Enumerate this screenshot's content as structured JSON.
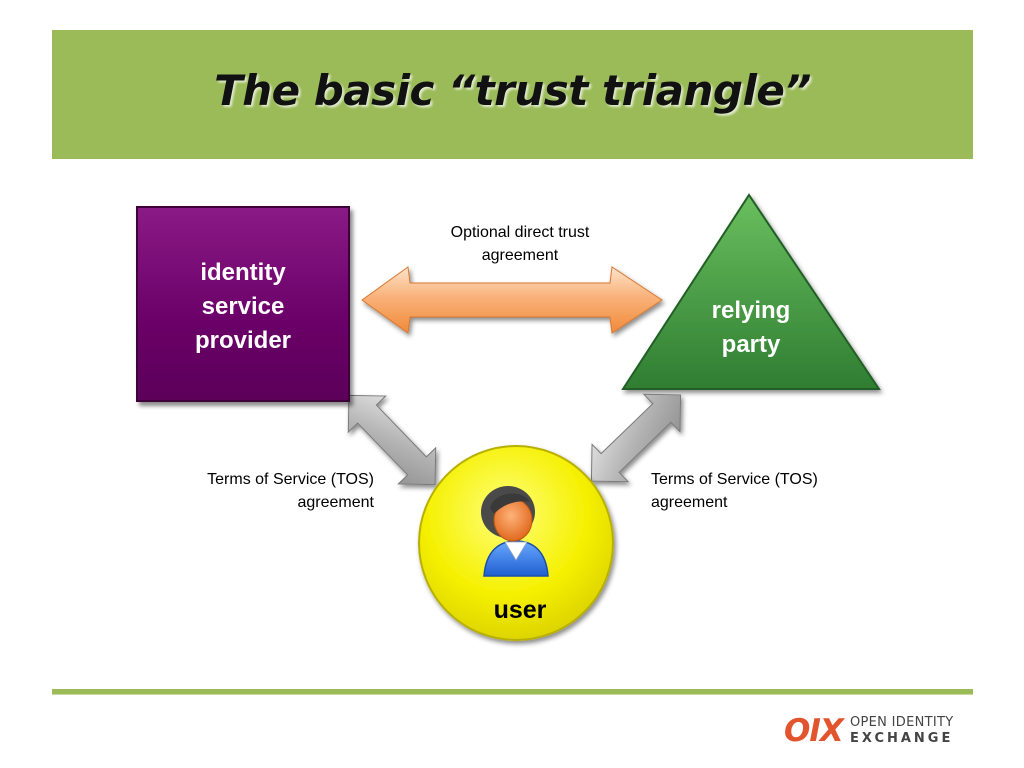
{
  "title": "The basic “trust triangle”",
  "nodes": {
    "identity_provider": "identity\nservice\nprovider",
    "relying_party": "relying\nparty",
    "user": "user"
  },
  "captions": {
    "top": "Optional direct trust\nagreement",
    "left": "Terms of Service (TOS)\nagreement",
    "right": "Terms of Service (TOS)\nagreement"
  },
  "logo": {
    "mark": "OIX",
    "line1": "OPEN IDENTITY",
    "line2": "EXCHANGE"
  },
  "colors": {
    "header_band": "#9bbb59",
    "identity_provider": "#6a0068",
    "relying_party": "#3c8b3c",
    "user_circle": "#f2ee00",
    "top_arrow": "#f7a35c",
    "tos_arrows": "#a6a6a6",
    "logo_accent": "#e2542d"
  },
  "icons": [
    "user-avatar-icon"
  ]
}
